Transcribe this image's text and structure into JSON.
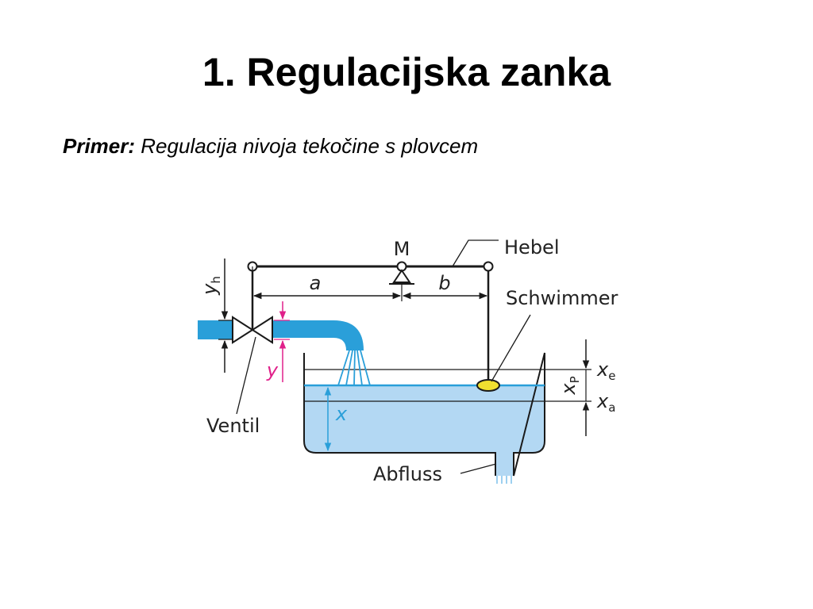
{
  "slide": {
    "title": "1. Regulacijska zanka",
    "example_label": "Primer:",
    "example_text": "Regulacija nivoja tekočine s plovcem"
  },
  "diagram": {
    "labels": {
      "pivot": "M",
      "lever": "Hebel",
      "float": "Schwimmer",
      "valve": "Ventil",
      "outflow": "Abfluss",
      "arm_a": "a",
      "arm_b": "b",
      "valve_stroke": "y",
      "float_stroke": "y",
      "level": "x",
      "setpoint": "x",
      "band": "x",
      "actual": "x"
    },
    "subscripts": {
      "valve_stroke": "h",
      "setpoint": "e",
      "band": "P",
      "actual": "a"
    },
    "colors": {
      "water": "#b3d8f3",
      "pipe": "#2a9fd9",
      "float": "#f0e030",
      "accent": "#e0208a",
      "line": "#1a1a1a"
    }
  }
}
